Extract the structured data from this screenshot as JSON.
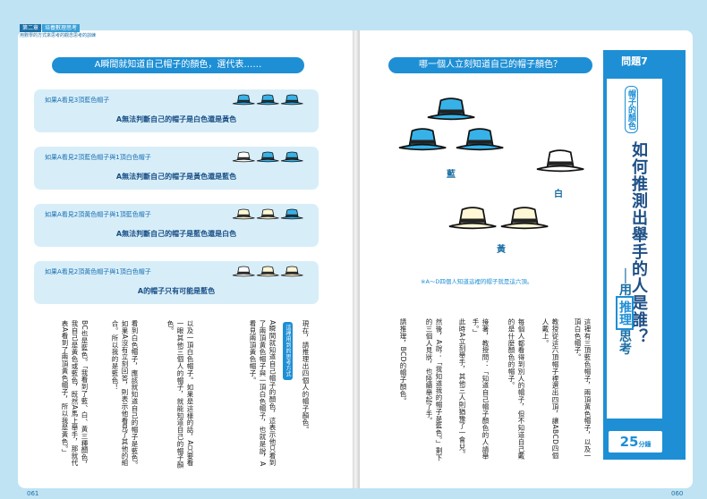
{
  "left_page": {
    "chapter_num": "第二章",
    "chapter_title": "培養數理思考",
    "subtitle": "用數學的方式來思考的觀念思考的訓練",
    "banner": "A瞬間就知道自己帽子的顏色，選代表……",
    "cases": [
      {
        "condition": "如果A看見3頂藍色帽子",
        "conclusion": "A無法判斷自己的帽子是白色還是黃色",
        "hats": [
          "blue",
          "blue",
          "blue"
        ]
      },
      {
        "condition": "如果A看見2頂藍色帽子與1頂白色帽子",
        "conclusion": "A無法判斷自己的帽子是黃色還是藍色",
        "hats": [
          "white",
          "blue",
          "blue"
        ]
      },
      {
        "condition": "如果A看見2頂黃色帽子與1頂藍色帽子",
        "conclusion": "A無法判斷自己的帽子是藍色還是白色",
        "hats": [
          "yellow",
          "yellow",
          "blue"
        ]
      },
      {
        "condition": "如果A看見2頂黃色帽子與1頂白色帽子",
        "conclusion": "A的帽子只有可能是藍色",
        "hats": [
          "white",
          "yellow",
          "yellow"
        ]
      }
    ],
    "text_col1": "現在，請推理出四個人的帽子顏色。",
    "section_tag": "這裡用到的思考方式",
    "text_col2": "A瞬間就知道自己帽子的顏色，這表示他只看到了兩頂黃色帽子與一頂白色帽子，也就是說，A看見兩頂黃色帽子。",
    "text_col3": "以及一頂白色帽子。如果是這樣的話，A只要看一眼其他三個人的帽子，就能知道自己的帽子顏色。",
    "text_col4": "看到白色帽子，應該就知道自己的帽子是藍色。如果A沒有立刻回答，則表示他看見了其他的組合。所以我的是藍色！",
    "text_col5": "BC也是藍色。「我看到了藍、白、黃三種顏色，我自己是黃色或藍色，既然A馬上舉手，那就代表A看到了兩頂黃色帽子，所以我是黃色。」",
    "page_number": "061"
  },
  "right_page": {
    "banner": "哪一個人立刻知道自己的帽子顏色？",
    "hat_labels": {
      "blue": "藍",
      "white": "白",
      "yellow": "黃"
    },
    "note": "※A〜D四個人知道這裡的帽子就是這六頂。",
    "text_col1": "這裡有三頂藍色帽子，兩頂黃色帽子，以及一頂白色帽子。",
    "text_col2": "教授從這六頂帽子裡選出四頂，讓ABCD四個人戴上。",
    "text_col3": "每個人都看得到別人的帽子，但不知道自己戴的是什麼顏色的帽子。",
    "text_col4": "接著，教授問：「知道自己帽子顏色的人請舉手。」",
    "text_col5": "此時A立刻舉手，其他三人則猶豫了一會兒。",
    "text_col6": "然後，A說：「我知道我的帽子是藍色。」剩下的三個人見狀，也陸續舉起了手。",
    "text_col7": "請推理，BCD的帽子顏色。",
    "page_number": "060"
  },
  "sidebar": {
    "question_label": "問題7",
    "tag": "帽子的顏色",
    "title": "如何推測出舉手的人是誰？",
    "sub_prefix": "──用",
    "sub_highlight": "推理",
    "sub_suffix": "思考",
    "minutes_value": "25",
    "minutes_unit": "分鐘"
  },
  "colors": {
    "accent": "#1e8fd5",
    "light_panel": "#d7eef9",
    "background": "#bfe3f3"
  }
}
